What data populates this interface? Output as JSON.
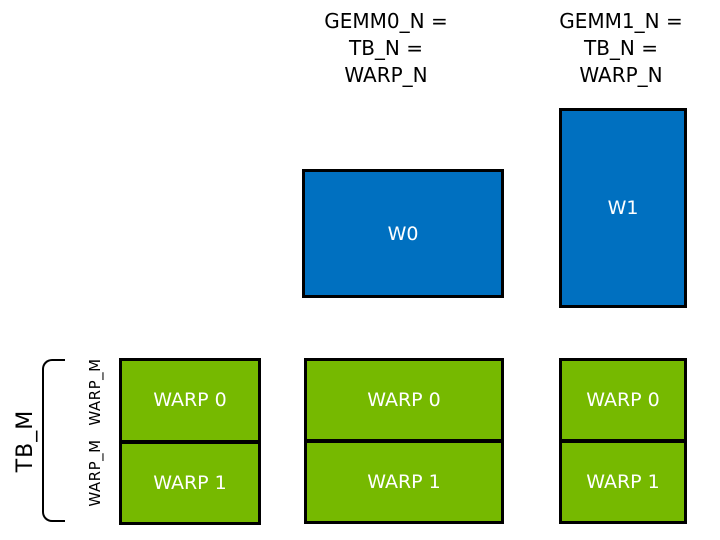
{
  "diagram": {
    "colors": {
      "tile_blue": "#0070C0",
      "warp_green": "#76B900",
      "outline_black": "#000000",
      "tile_text_white": "#FFFFFF",
      "label_text_black": "#000000"
    },
    "column_labels": [
      {
        "text": "GEMM0_N =\nTB_N =\nWARP_N"
      },
      {
        "text": "GEMM1_N =\nTB_N =\nWARP_N"
      }
    ],
    "accumulator_tiles": [
      {
        "label": "W0"
      },
      {
        "label": "W1"
      }
    ],
    "row_axis": {
      "tb_label": "TB_M",
      "warp_labels": [
        "WARP_M",
        "WARP_M"
      ]
    },
    "warp_groups": [
      {
        "cells": [
          {
            "label": "WARP 0"
          },
          {
            "label": "WARP 1"
          }
        ]
      },
      {
        "cells": [
          {
            "label": "WARP 0"
          },
          {
            "label": "WARP 1"
          }
        ]
      },
      {
        "cells": [
          {
            "label": "WARP 0"
          },
          {
            "label": "WARP 1"
          }
        ]
      }
    ]
  }
}
